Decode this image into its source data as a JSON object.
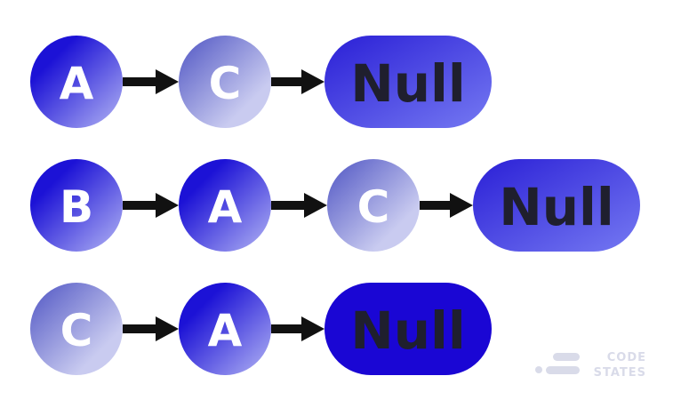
{
  "rows": [
    {
      "nodes": [
        {
          "label": "A",
          "style": "blue"
        },
        {
          "label": "C",
          "style": "lavender"
        }
      ],
      "terminal": {
        "label": "Null",
        "style": "medium"
      }
    },
    {
      "nodes": [
        {
          "label": "B",
          "style": "blue"
        },
        {
          "label": "A",
          "style": "blue"
        },
        {
          "label": "C",
          "style": "lavender"
        }
      ],
      "terminal": {
        "label": "Null",
        "style": "medium"
      }
    },
    {
      "nodes": [
        {
          "label": "C",
          "style": "lavender"
        },
        {
          "label": "A",
          "style": "blue"
        }
      ],
      "terminal": {
        "label": "Null",
        "style": "deep"
      }
    }
  ],
  "watermark": {
    "line1": "CODE",
    "line2": "STATES"
  },
  "colors": {
    "blue_dark": "#1c12d6",
    "blue_light": "#a6a8f2",
    "lavender_dark": "#6f73cf",
    "lavender_light": "#c4c6ee",
    "null_medium_dark": "#2f25d8",
    "null_medium_light": "#6a6ef0",
    "null_deep": "#1a06d4",
    "arrow": "#111111",
    "null_text": "#1f1f2e",
    "watermark": "#d9dbe9"
  }
}
